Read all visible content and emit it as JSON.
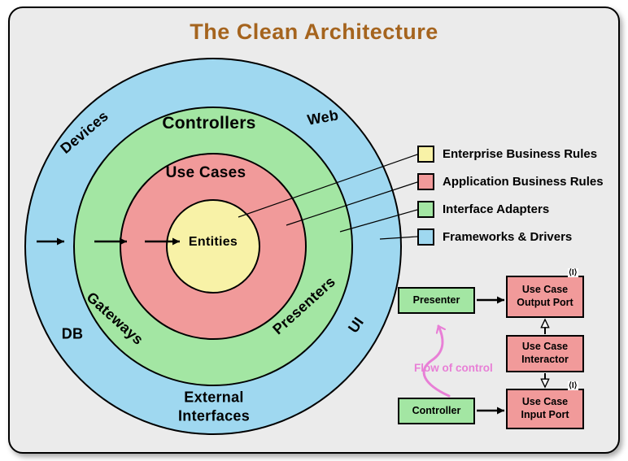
{
  "title": "The Clean Architecture",
  "colors": {
    "panel_background": "#ebebeb",
    "title_brown": "#a5641e",
    "frameworks_blue": "#9fd8f0",
    "adapters_green": "#a3e6a3",
    "application_red": "#f19a9a",
    "enterprise_yellow": "#f8f2a7",
    "flow_pink": "#e87fd6"
  },
  "rings": {
    "frameworks": {
      "devices": "Devices",
      "web": "Web",
      "db": "DB",
      "ui": "UI",
      "external_interfaces": "External Interfaces"
    },
    "adapters": {
      "controllers": "Controllers",
      "gateways": "Gateways",
      "presenters": "Presenters"
    },
    "application": {
      "use_cases": "Use Cases"
    },
    "enterprise": {
      "entities": "Entities"
    }
  },
  "legend": {
    "items": [
      {
        "label": "Enterprise Business Rules",
        "color": "#f8f2a7"
      },
      {
        "label": "Application Business Rules",
        "color": "#f19a9a"
      },
      {
        "label": "Interface Adapters",
        "color": "#a3e6a3"
      },
      {
        "label": "Frameworks & Drivers",
        "color": "#9fd8f0"
      }
    ]
  },
  "flow_diagram": {
    "presenter": "Presenter",
    "controller": "Controller",
    "use_case_output_port": "Use Case Output Port",
    "use_case_interactor": "Use Case Interactor",
    "use_case_input_port": "Use Case Input Port",
    "interface_marker": "⟨I⟩",
    "flow_of_control": "Flow of control"
  }
}
